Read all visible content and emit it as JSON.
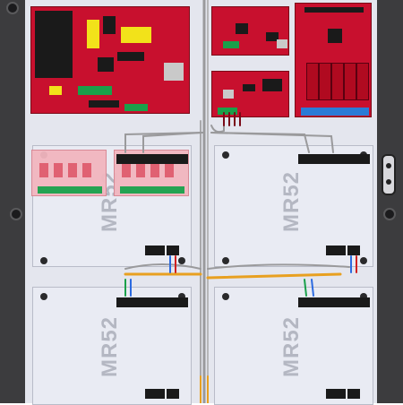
{
  "enclosure": {
    "modules": [
      {
        "label": "MR52"
      },
      {
        "label": "MR52"
      },
      {
        "label": "MR52"
      },
      {
        "label": "MR52"
      }
    ]
  },
  "colors": {
    "board_red": "#c8102e",
    "terminal_green": "#1aa04a",
    "terminal_blue": "#2b7bd6",
    "wire_orange": "#e8a020",
    "wire_gray": "#9a9a9c",
    "backplate": "#e4e6ee"
  }
}
